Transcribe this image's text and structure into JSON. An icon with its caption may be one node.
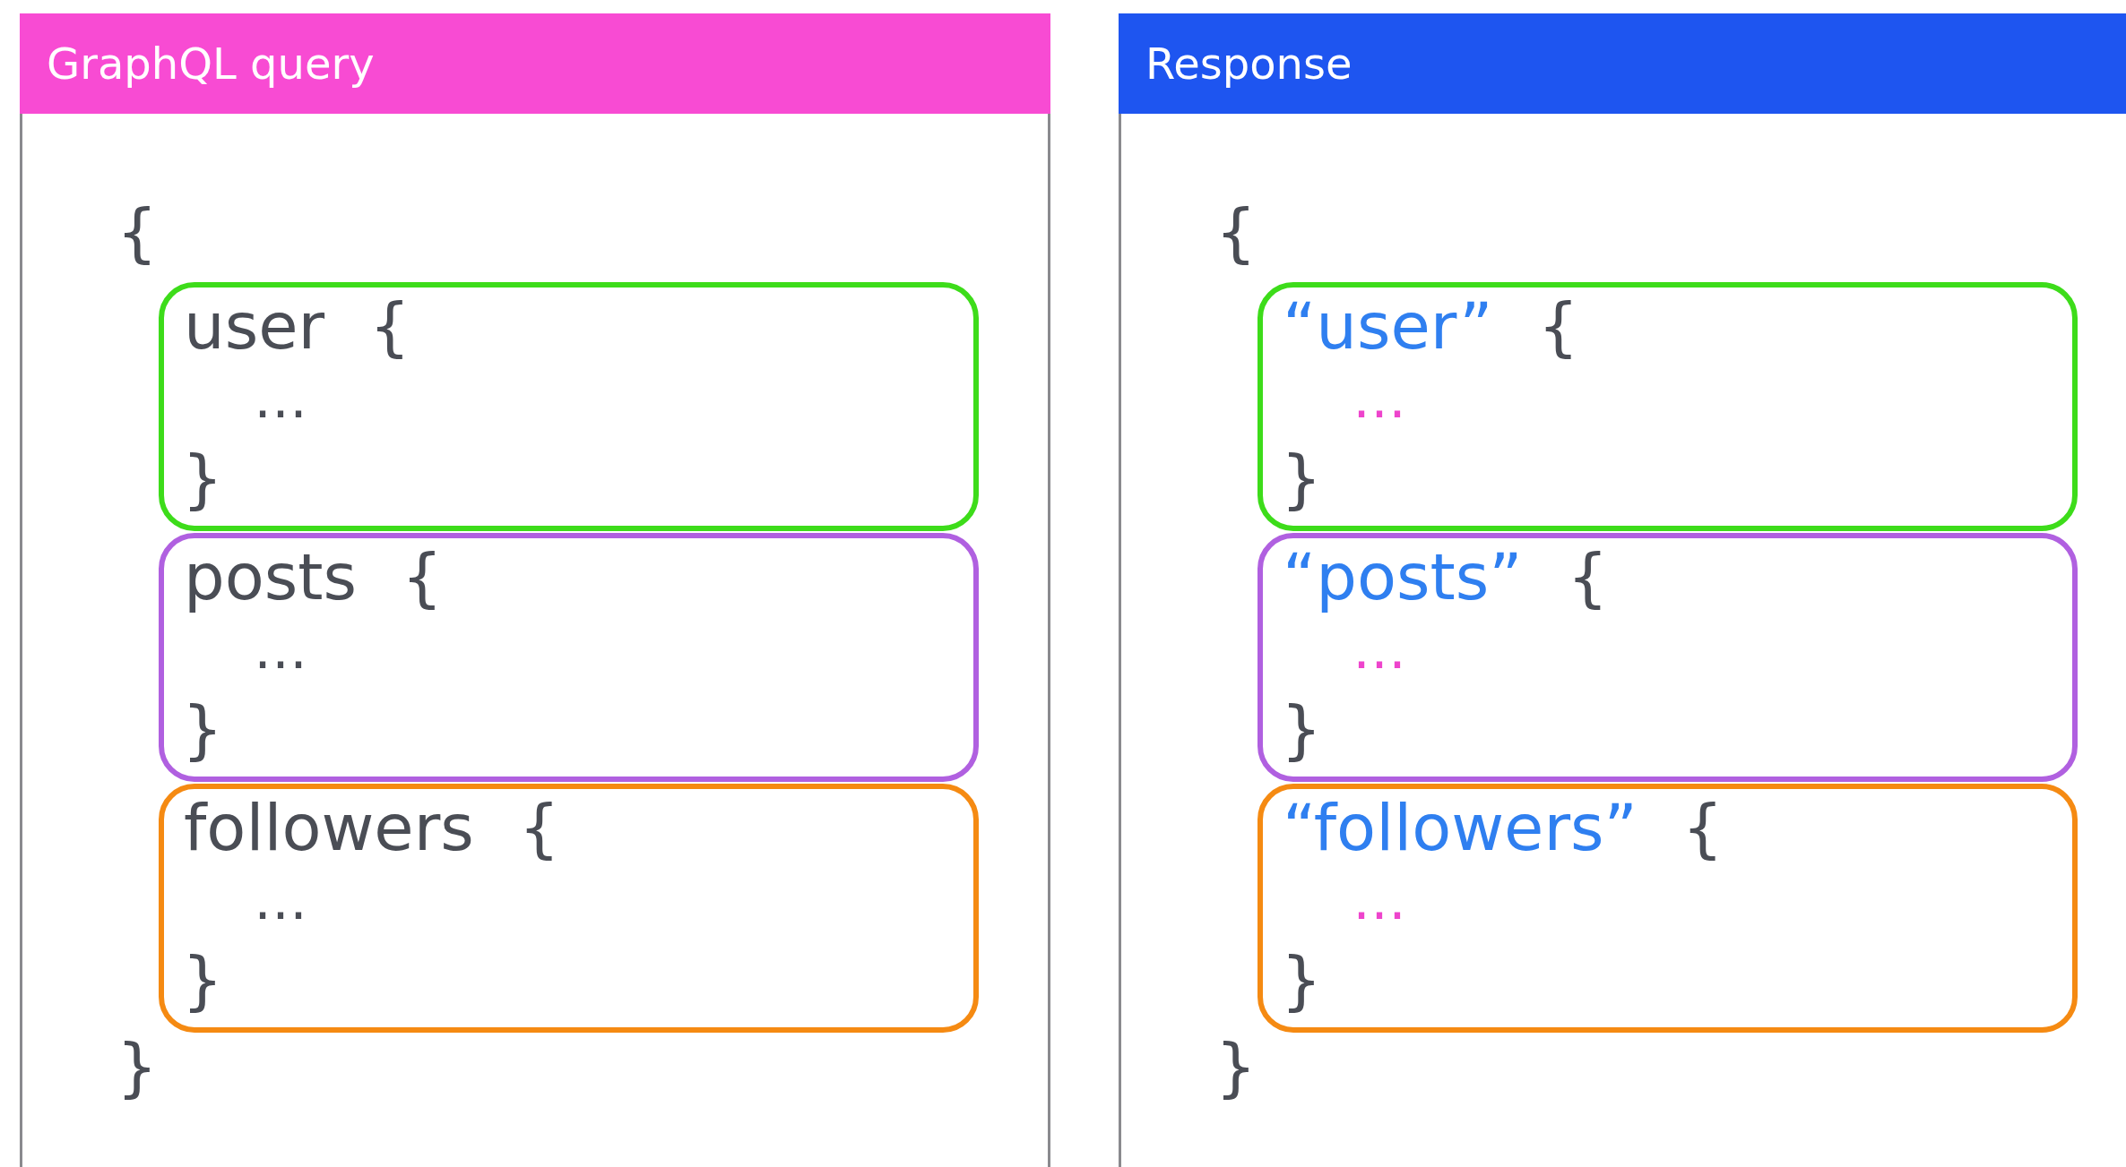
{
  "diagram": {
    "nodes": [
      {
        "text": [
          "GraphQL query",
          "{",
          "}"
        ]
      },
      {
        "text": [
          "user",
          "{",
          "…",
          "}"
        ],
        "in": 0
      },
      {
        "text": [
          "posts",
          "{",
          "…",
          "}"
        ],
        "in": 0
      },
      {
        "text": [
          "followers",
          "{",
          "…",
          "}"
        ],
        "in": 0
      },
      {
        "text": [
          "Response",
          "{",
          "}"
        ]
      },
      {
        "text": [
          "“user”",
          "{",
          "…",
          "}"
        ],
        "in": 4
      },
      {
        "text": [
          "“posts”",
          "{",
          "…",
          "}"
        ],
        "in": 4
      },
      {
        "text": [
          "“followers”",
          "{",
          "…",
          "}"
        ],
        "in": 4
      }
    ],
    "edges": []
  }
}
